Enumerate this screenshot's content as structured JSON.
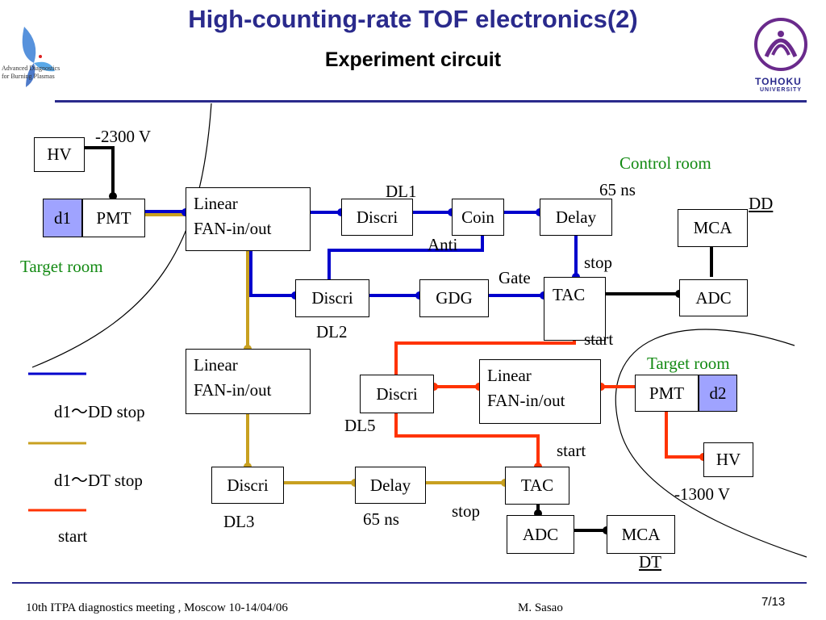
{
  "header": {
    "title": "High-counting-rate TOF electronics(2)",
    "subtitle": "Experiment circuit"
  },
  "logos": {
    "left_text_line1": "Advanced Diagnostics",
    "left_text_line2": "for Burning Plasmas",
    "right_text_line1": "TOHOKU",
    "right_text_line2": "UNIVERSITY"
  },
  "diagram": {
    "boxes": {
      "hv_top": "HV",
      "d1": "d1",
      "pmt1": "PMT",
      "linear1_l1": "Linear",
      "linear1_l2": "FAN-in/out",
      "discri1": "Discri",
      "coin": "Coin",
      "delay1": "Delay",
      "mca1": "MCA",
      "discri2": "Discri",
      "gdg": "GDG",
      "tac1": "TAC",
      "adc1": "ADC",
      "linear2_l1": "Linear",
      "linear2_l2": "FAN-in/out",
      "discri5": "Discri",
      "linear3_l1": "Linear",
      "linear3_l2": "FAN-in/out",
      "pmt2": "PMT",
      "d2": "d2",
      "hv_bottom": "HV",
      "discri3": "Discri",
      "delay2": "Delay",
      "tac2": "TAC",
      "adc2": "ADC",
      "mca2": "MCA"
    },
    "labels": {
      "hv_top_voltage": "-2300 V",
      "control_room": "Control room",
      "delay1_time": "65 ns",
      "dl1": "DL1",
      "dd": "DD",
      "anti": "Anti",
      "gate": "Gate",
      "stop1": "stop",
      "target_room_left": "Target room",
      "dl2": "DL2",
      "start1": "start",
      "target_room_right": "Target room",
      "dl5": "DL5",
      "start2": "start",
      "hv_bottom_voltage": "-1300 V",
      "dl3": "DL3",
      "delay2_time": "65 ns",
      "stop2": "stop",
      "dt": "DT"
    },
    "legend": [
      {
        "label": "d1～DD stop",
        "color": "#0000cc"
      },
      {
        "label": "d1～DT stop",
        "color": "#c8a020"
      },
      {
        "label": "start",
        "color": "#ff3300"
      }
    ]
  },
  "footer": {
    "meeting": "10th  ITPA diagnostics meeting , Moscow 10-14/04/06",
    "author": "M. Sasao",
    "page": "7/13"
  },
  "colors": {
    "title": "#2a2a8c",
    "blue_line": "#0000cc",
    "gold_line": "#c8a020",
    "red_line": "#ff3300",
    "detector_fill": "#9fa3ff",
    "room_label": "#138a13"
  }
}
